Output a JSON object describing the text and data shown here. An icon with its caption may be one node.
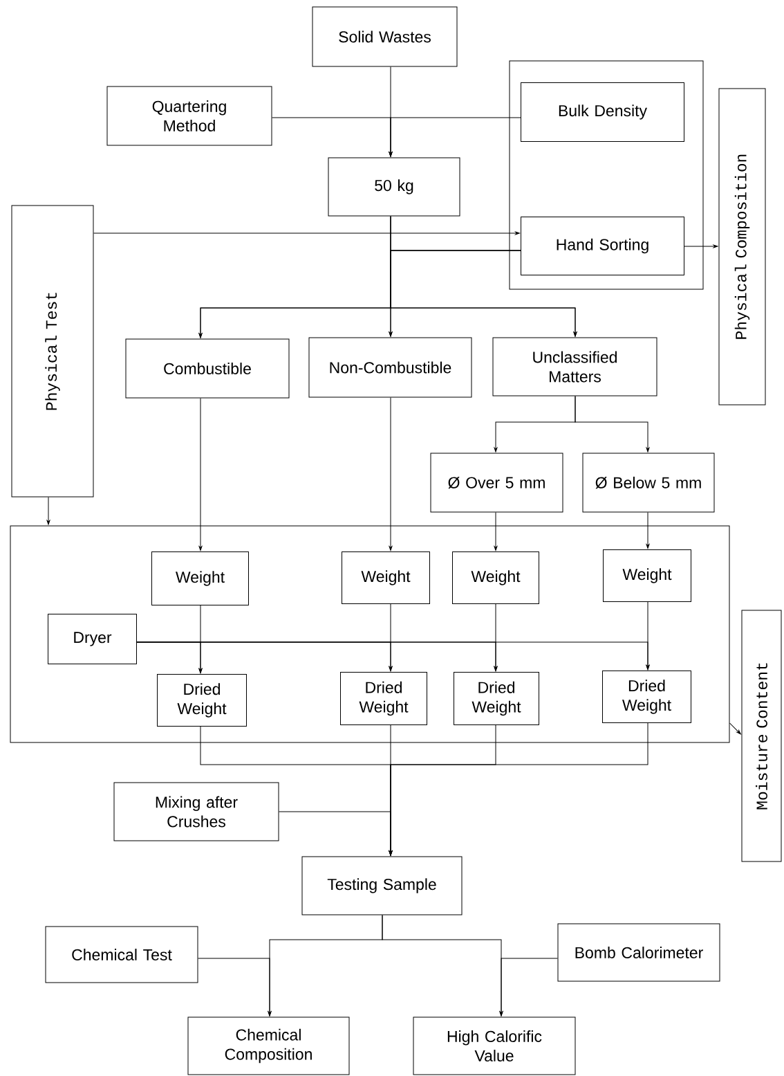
{
  "diagram": {
    "nodes": [
      {
        "text": [
          "Solid Wastes"
        ]
      },
      {
        "text": [
          "Quartering Method"
        ]
      },
      {
        "text": [],
        "shape": "box"
      },
      {
        "text": [
          "Bulk Density"
        ],
        "in": 2
      },
      {
        "text": [
          "50 kg"
        ]
      },
      {
        "text": [
          "Physical Test"
        ]
      },
      {
        "text": [
          "Hand Sorting"
        ],
        "in": 2
      },
      {
        "text": [
          "Physical Composition"
        ]
      },
      {
        "text": [
          "Combustible"
        ]
      },
      {
        "text": [
          "Non-Combustible"
        ]
      },
      {
        "text": [
          "Unclassified Matters"
        ]
      },
      {
        "text": [
          "Ø Over 5 mm"
        ]
      },
      {
        "text": [
          "Ø Below 5 mm"
        ]
      },
      {
        "text": [],
        "shape": "box"
      },
      {
        "text": [
          "Moisture Content"
        ]
      },
      {
        "text": [
          "Dryer"
        ],
        "in": 13
      },
      {
        "text": [
          "Weight"
        ],
        "in": 13
      },
      {
        "text": [
          "Weight"
        ],
        "in": 13
      },
      {
        "text": [
          "Weight"
        ],
        "in": 13
      },
      {
        "text": [
          "Weight"
        ],
        "in": 13
      },
      {
        "text": [
          "Dried Weight"
        ],
        "in": 13
      },
      {
        "text": [
          "Dried Weight"
        ],
        "in": 13
      },
      {
        "text": [
          "Dried Weight"
        ],
        "in": 13
      },
      {
        "text": [
          "Dried Weight"
        ],
        "in": 13
      },
      {
        "text": [
          "Mixing after Crushes"
        ]
      },
      {
        "text": [
          "Testing Sample"
        ]
      },
      {
        "text": [
          "Chemical Test"
        ]
      },
      {
        "text": [
          "Bomb Calorimeter"
        ]
      },
      {
        "text": [
          "Chemical Composition"
        ]
      },
      {
        "text": [
          "High Calorific Value"
        ]
      }
    ],
    "edges": [
      {
        "from": 0,
        "to": 4,
        "arrow": "to"
      },
      {
        "from": 1,
        "to": 4,
        "arrow": "to"
      },
      {
        "from": 3,
        "to": 4,
        "arrow": "to"
      },
      {
        "from": 5,
        "to": 6,
        "arrow": "to"
      },
      {
        "from": 5,
        "to": 13,
        "arrow": "to"
      },
      {
        "from": 4,
        "to": 8,
        "arrow": "to"
      },
      {
        "from": 4,
        "to": 9,
        "arrow": "to"
      },
      {
        "from": 4,
        "to": 10,
        "arrow": "to"
      },
      {
        "from": 6,
        "to": 8,
        "arrow": "to"
      },
      {
        "from": 6,
        "to": 9,
        "arrow": "to"
      },
      {
        "from": 6,
        "to": 10,
        "arrow": "to"
      },
      {
        "from": 6,
        "to": 7,
        "arrow": "to"
      },
      {
        "from": 10,
        "to": 11,
        "arrow": "to"
      },
      {
        "from": 10,
        "to": 12,
        "arrow": "to"
      },
      {
        "from": 8,
        "to": 16,
        "arrow": "to"
      },
      {
        "from": 9,
        "to": 17,
        "arrow": "to"
      },
      {
        "from": 11,
        "to": 18,
        "arrow": "to"
      },
      {
        "from": 12,
        "to": 19,
        "arrow": "to"
      },
      {
        "from": 15,
        "to": 20,
        "arrow": "to"
      },
      {
        "from": 15,
        "to": 21,
        "arrow": "to"
      },
      {
        "from": 15,
        "to": 22,
        "arrow": "to"
      },
      {
        "from": 15,
        "to": 23,
        "arrow": "to"
      },
      {
        "from": 16,
        "to": 20,
        "arrow": "to"
      },
      {
        "from": 17,
        "to": 21,
        "arrow": "to"
      },
      {
        "from": 18,
        "to": 22,
        "arrow": "to"
      },
      {
        "from": 19,
        "to": 23,
        "arrow": "to"
      },
      {
        "from": 13,
        "to": 14,
        "arrow": "to"
      },
      {
        "from": 20,
        "to": 25,
        "arrow": "to"
      },
      {
        "from": 21,
        "to": 25,
        "arrow": "to"
      },
      {
        "from": 22,
        "to": 25,
        "arrow": "to"
      },
      {
        "from": 23,
        "to": 25,
        "arrow": "to"
      },
      {
        "from": 24,
        "to": 25,
        "arrow": "to"
      },
      {
        "from": 25,
        "to": 28,
        "arrow": "to"
      },
      {
        "from": 25,
        "to": 29,
        "arrow": "to"
      },
      {
        "from": 26,
        "to": 28,
        "arrow": "to"
      },
      {
        "from": 27,
        "to": 29,
        "arrow": "to"
      }
    ]
  }
}
